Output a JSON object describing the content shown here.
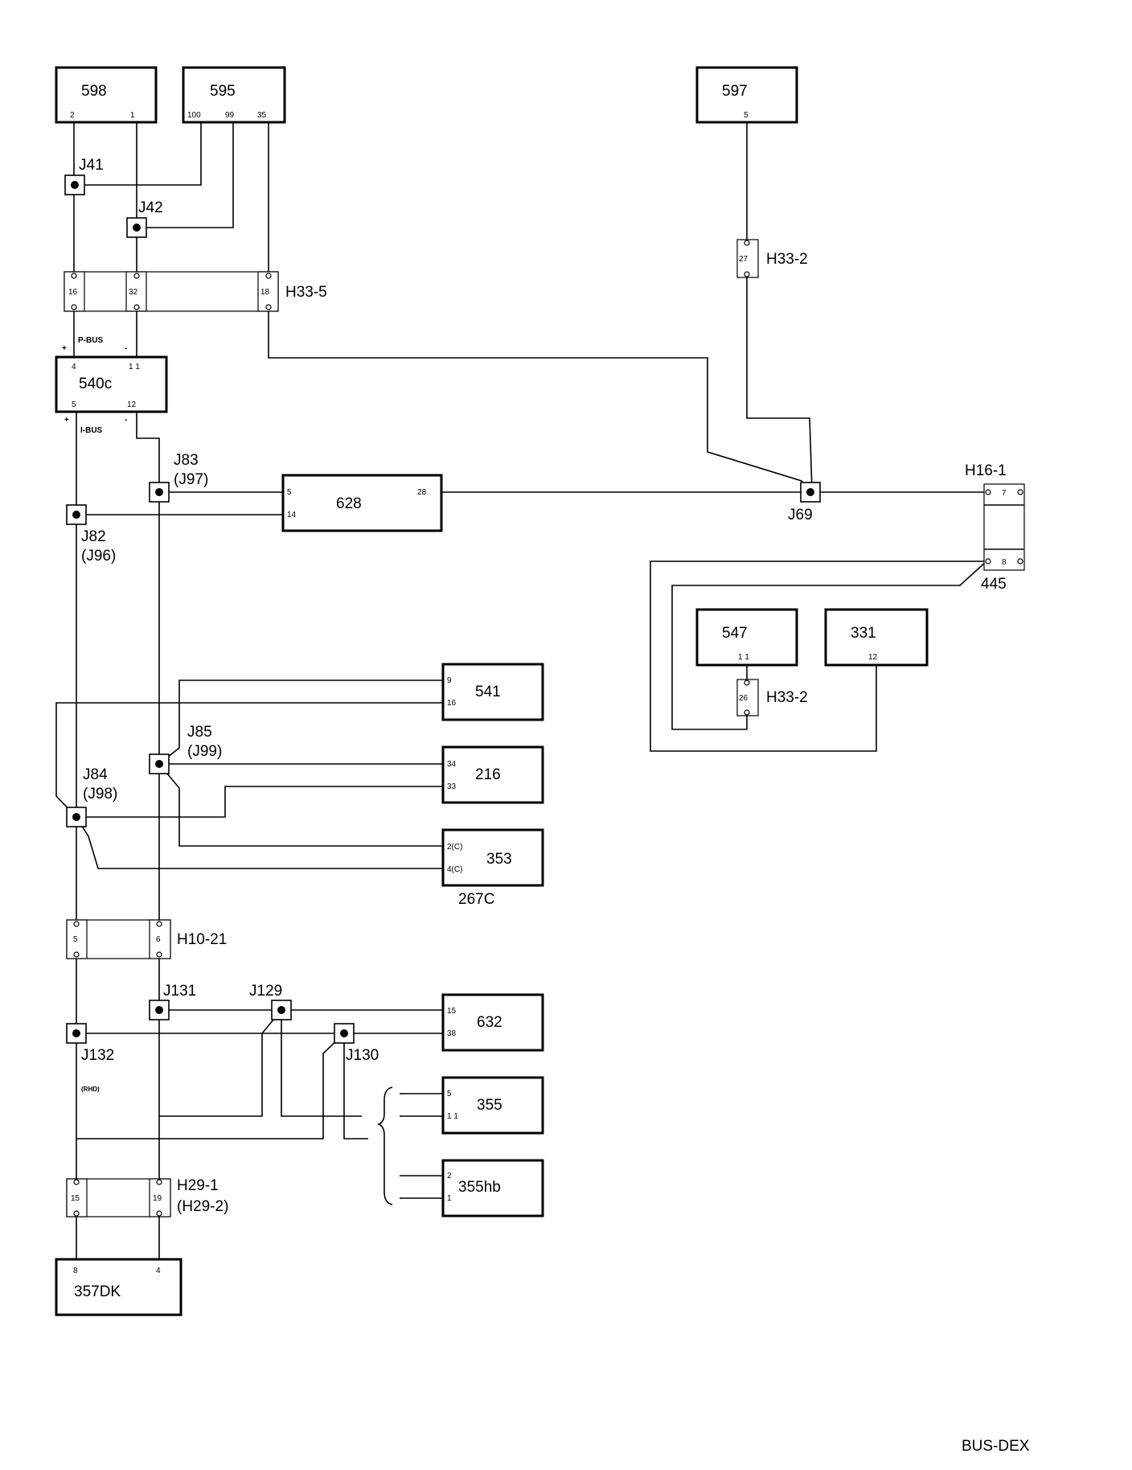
{
  "components": {
    "c598": {
      "label": "598",
      "pins": [
        "2",
        "1"
      ]
    },
    "c595": {
      "label": "595",
      "pins": [
        "100",
        "99",
        "35"
      ]
    },
    "c597": {
      "label": "597",
      "pins": [
        "5"
      ]
    },
    "c540c": {
      "label": "540c",
      "pins_top": [
        "4",
        "1 1"
      ],
      "pins_bottom": [
        "5",
        "12"
      ]
    },
    "c628": {
      "label": "628",
      "pins": [
        "5",
        "14",
        "28"
      ]
    },
    "c547": {
      "label": "547",
      "pins": [
        "1 1"
      ]
    },
    "c331": {
      "label": "331",
      "pins": [
        "12"
      ]
    },
    "c541": {
      "label": "541",
      "pins": [
        "9",
        "16"
      ]
    },
    "c216": {
      "label": "216",
      "pins": [
        "34",
        "33"
      ]
    },
    "c353": {
      "label": "353",
      "pins": [
        "2(C)",
        "4(C)"
      ],
      "caption": "267C"
    },
    "c632": {
      "label": "632",
      "pins": [
        "15",
        "38"
      ]
    },
    "c355": {
      "label": "355",
      "pins": [
        "5",
        "1 1"
      ]
    },
    "c355hb": {
      "label": "355hb",
      "pins": [
        "2",
        "1"
      ]
    },
    "c357dk": {
      "label": "357DK",
      "pins": [
        "8",
        "4"
      ]
    }
  },
  "connectors": {
    "h33_5": {
      "label": "H33-5",
      "pins": [
        "16",
        "32",
        "18"
      ]
    },
    "h33_2_top": {
      "label": "H33-2",
      "pins": [
        "27"
      ]
    },
    "h33_2_bottom": {
      "label": "H33-2",
      "pins": [
        "26"
      ]
    },
    "h16_1": {
      "label": "H16-1",
      "pins": [
        "7",
        "8"
      ],
      "caption": "445"
    },
    "h10_21": {
      "label": "H10-21",
      "pins": [
        "5",
        "6"
      ]
    },
    "h29_1": {
      "label": "H29-1",
      "label2": "(H29-2)",
      "pins": [
        "15",
        "19"
      ]
    }
  },
  "splices": {
    "j41": "J41",
    "j42": "J42",
    "j83": "J83",
    "j83_alt": "(J97)",
    "j82": "J82",
    "j82_alt": "(J96)",
    "j69": "J69",
    "j85": "J85",
    "j85_alt": "(J99)",
    "j84": "J84",
    "j84_alt": "(J98)",
    "j131": "J131",
    "j129": "J129",
    "j132": "J132",
    "j130": "J130"
  },
  "bus_labels": {
    "p_bus": "P-BUS",
    "i_bus": "I-BUS",
    "plus": "+",
    "minus": "-",
    "rhd": "(RHD)"
  },
  "footer": "BUS-DEX"
}
